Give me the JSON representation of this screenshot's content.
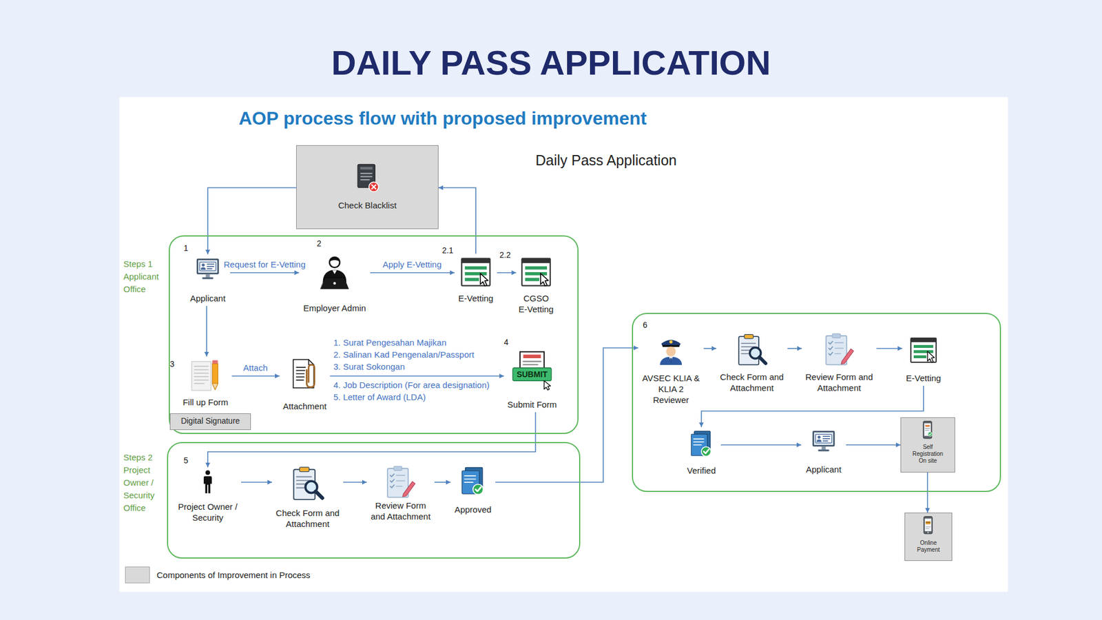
{
  "diagram": {
    "title": "DAILY PASS APPLICATION",
    "nodes": [
      {
        "text": [
          "Check Blacklist"
        ]
      },
      {
        "text": [
          "Steps 1 Applicant Office"
        ]
      },
      {
        "text": [
          "Applicant"
        ],
        "in": 1
      },
      {
        "text": [
          "Employer Admin"
        ],
        "in": 1
      },
      {
        "text": [
          "E-Vetting"
        ],
        "in": 1
      },
      {
        "text": [
          "CGSO E-Vetting"
        ],
        "in": 1
      },
      {
        "text": [
          "Fill up Form"
        ],
        "in": 1
      },
      {
        "text": [
          "Digital Signature"
        ],
        "in": 1
      },
      {
        "text": [
          "Attachment"
        ],
        "in": 1
      },
      {
        "text": [
          "Submit Form"
        ],
        "in": 1
      },
      {
        "text": [
          "Steps 2 Project Owner / Security Office"
        ]
      },
      {
        "text": [
          "Project Owner / Security"
        ],
        "in": 10
      },
      {
        "text": [
          "Check Form and Attachment"
        ],
        "in": 10
      },
      {
        "text": [
          "Review Form and Attachment"
        ],
        "in": 10
      },
      {
        "text": [
          "Approved"
        ],
        "in": 10
      },
      {
        "text": []
      },
      {
        "text": [
          "AVSEC KLIA & KLIA 2 Reviewer"
        ],
        "in": 15
      },
      {
        "text": [
          "Check Form and Attachment"
        ],
        "in": 15
      },
      {
        "text": [
          "Review Form and Attachment"
        ],
        "in": 15
      },
      {
        "text": [
          "E-Vetting"
        ],
        "in": 15
      },
      {
        "text": [
          "Verified"
        ],
        "in": 15
      },
      {
        "text": [
          "Applicant"
        ],
        "in": 15
      },
      {
        "text": [
          "Self Registration On site"
        ],
        "in": 15
      },
      {
        "text": [
          "Online Payment"
        ]
      }
    ],
    "edges": [
      {
        "from": 2,
        "to": 3,
        "label": "Request for E-Vetting",
        "arrow": "to"
      },
      {
        "from": 3,
        "to": 4,
        "label": "Apply E-Vetting",
        "arrow": "to"
      },
      {
        "from": 4,
        "to": 5,
        "arrow": "to"
      },
      {
        "from": 4,
        "to": 0,
        "arrow": "to"
      },
      {
        "from": 0,
        "to": 2,
        "arrow": "to"
      },
      {
        "from": 2,
        "to": 6,
        "arrow": "to"
      },
      {
        "from": 6,
        "to": 8,
        "label": "Attach",
        "arrow": "to"
      },
      {
        "from": 8,
        "to": 9,
        "arrow": "to"
      },
      {
        "from": 9,
        "to": 11,
        "arrow": "to"
      },
      {
        "from": 11,
        "to": 12,
        "arrow": "to"
      },
      {
        "from": 12,
        "to": 13,
        "arrow": "to"
      },
      {
        "from": 13,
        "to": 14,
        "arrow": "to"
      },
      {
        "from": 14,
        "to": 16,
        "arrow": "to"
      },
      {
        "from": 16,
        "to": 17,
        "arrow": "to"
      },
      {
        "from": 17,
        "to": 18,
        "arrow": "to"
      },
      {
        "from": 18,
        "to": 19,
        "arrow": "to"
      },
      {
        "from": 19,
        "to": 20,
        "arrow": "to"
      },
      {
        "from": 20,
        "to": 21,
        "arrow": "to"
      },
      {
        "from": 21,
        "to": 22,
        "arrow": "to"
      },
      {
        "from": 22,
        "to": 23,
        "arrow": "to"
      }
    ],
    "labels": [
      "AOP process flow with proposed improvement",
      "Daily Pass Application",
      "1",
      "2",
      "2.1",
      "2.2",
      "3",
      "1. Surat Pengesahan Majikan",
      "2. Salinan Kad Pengenalan/Passport",
      "3. Surat Sokongan",
      "4. Job Description (For area designation)",
      "5. Letter of Award (LDA)",
      "4",
      "SUBMIT",
      "5",
      "6"
    ],
    "legend": [
      {
        "text": "Components of Improvement in Process",
        "color": "#d9d9d9"
      }
    ]
  }
}
